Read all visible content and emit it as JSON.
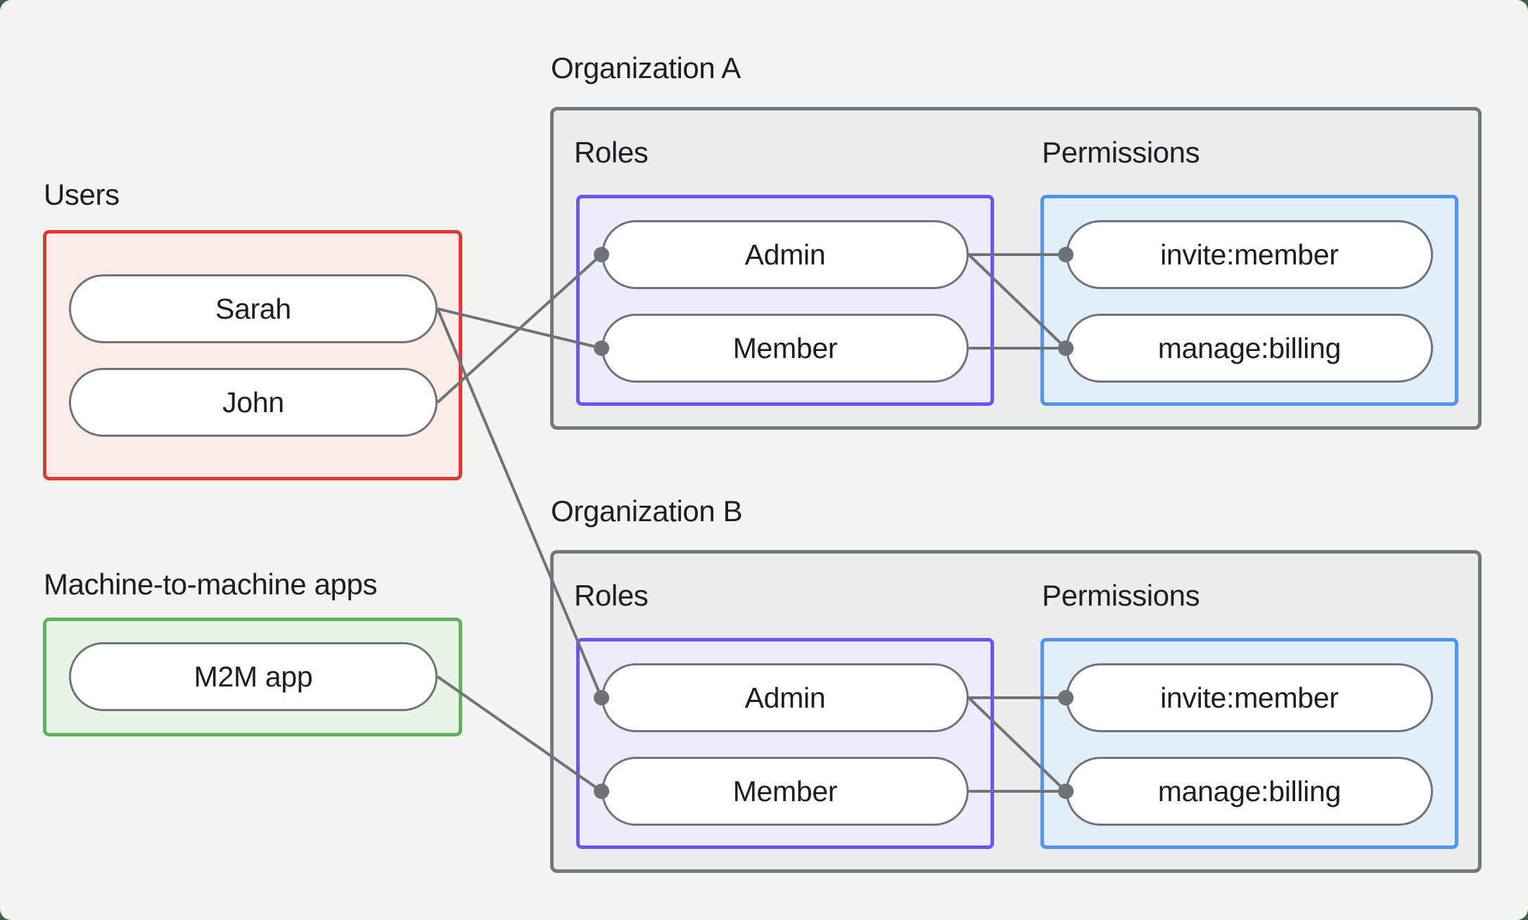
{
  "colors": {
    "canvas-bg": "#f2f5f2",
    "outer-bg": "#3e6149",
    "panel-bg": "#ebecec",
    "panel-border": "#75787b",
    "red-border": "#dc3b35",
    "red-bg": "#fcece9",
    "green-border": "#62b160",
    "green-bg": "#e9f4e6",
    "purple-border": "#6e53f2",
    "purple-bg": "#f0ebfc",
    "blue-border": "#4e94f4",
    "blue-bg": "#e2eefb",
    "stroke": "#6f7377",
    "text": "#1b1e22"
  },
  "users_group": {
    "label": "Users",
    "items": [
      {
        "id": "user-sarah",
        "label": "Sarah"
      },
      {
        "id": "user-john",
        "label": "John"
      }
    ]
  },
  "m2m_group": {
    "label": "Machine-to-machine apps",
    "items": [
      {
        "id": "app-m2m",
        "label": "M2M app"
      }
    ]
  },
  "orgs": [
    {
      "title": "Organization A",
      "roles_label": "Roles",
      "permissions_label": "Permissions",
      "roles": [
        {
          "id": "orgA-role-admin",
          "label": "Admin"
        },
        {
          "id": "orgA-role-member",
          "label": "Member"
        }
      ],
      "permissions": [
        {
          "id": "orgA-perm-invite",
          "label": "invite:member"
        },
        {
          "id": "orgA-perm-manage",
          "label": "manage:billing"
        }
      ]
    },
    {
      "title": "Organization B",
      "roles_label": "Roles",
      "permissions_label": "Permissions",
      "roles": [
        {
          "id": "orgB-role-admin",
          "label": "Admin"
        },
        {
          "id": "orgB-role-member",
          "label": "Member"
        }
      ],
      "permissions": [
        {
          "id": "orgB-perm-invite",
          "label": "invite:member"
        },
        {
          "id": "orgB-perm-manage",
          "label": "manage:billing"
        }
      ]
    }
  ],
  "edges": [
    {
      "from": "user-sarah",
      "to": "orgA-role-member"
    },
    {
      "from": "user-john",
      "to": "orgA-role-admin"
    },
    {
      "from": "user-sarah",
      "to": "orgB-role-admin"
    },
    {
      "from": "app-m2m",
      "to": "orgB-role-member"
    },
    {
      "from": "orgA-role-admin",
      "to": "orgA-perm-invite"
    },
    {
      "from": "orgA-role-admin",
      "to": "orgA-perm-manage"
    },
    {
      "from": "orgA-role-member",
      "to": "orgA-perm-manage"
    },
    {
      "from": "orgB-role-admin",
      "to": "orgB-perm-invite"
    },
    {
      "from": "orgB-role-admin",
      "to": "orgB-perm-manage"
    },
    {
      "from": "orgB-role-member",
      "to": "orgB-perm-manage"
    }
  ]
}
